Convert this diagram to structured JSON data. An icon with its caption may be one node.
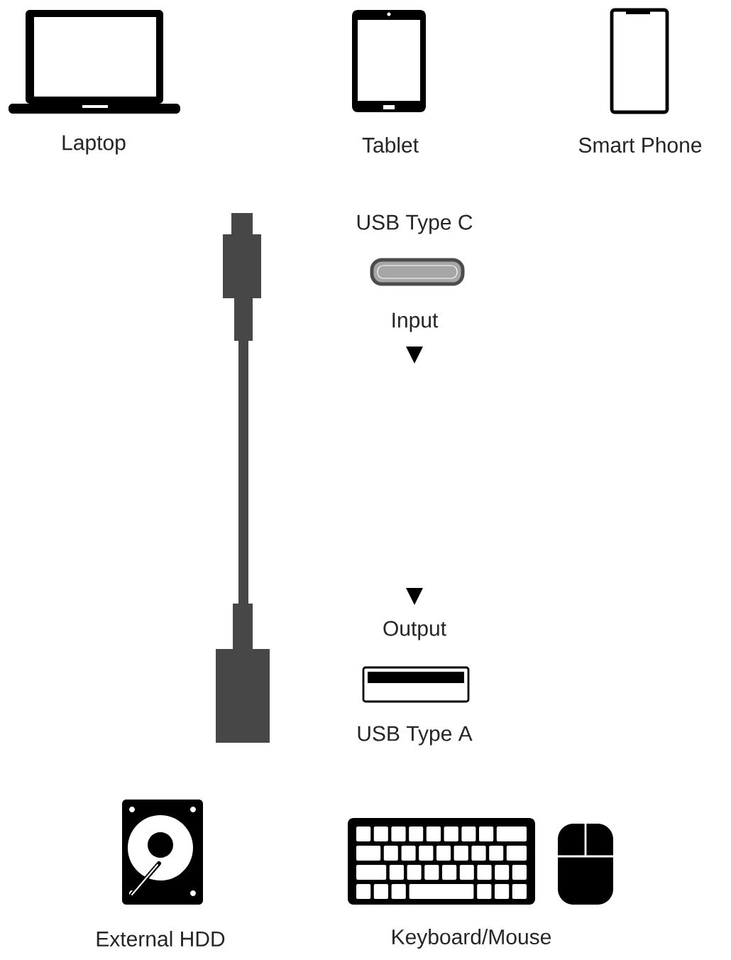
{
  "diagram": {
    "labels": [
      "Laptop",
      "Tablet",
      "Smart Phone",
      "USB Type C",
      "Input",
      "Output",
      "USB Type A",
      "External HDD",
      "Keyboard/Mouse"
    ]
  }
}
